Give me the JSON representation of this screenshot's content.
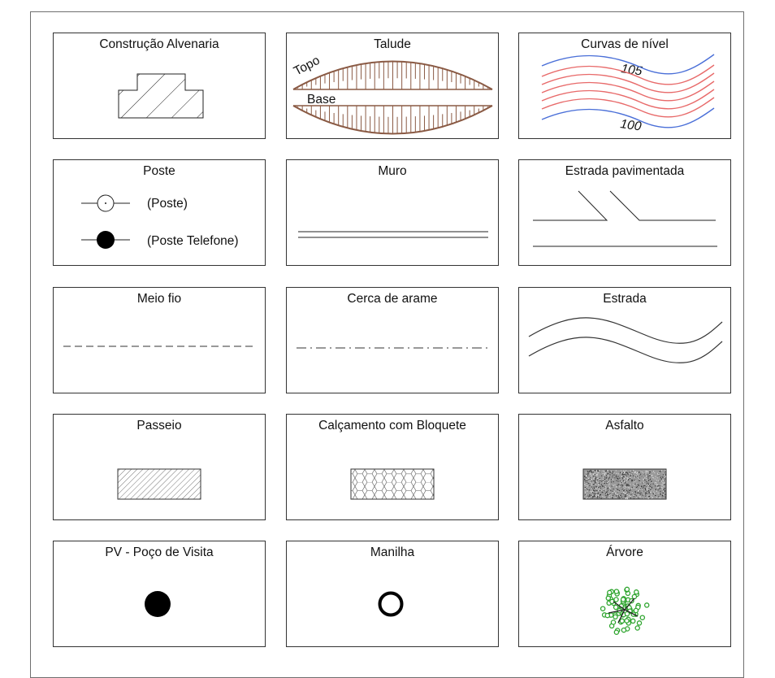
{
  "legend": {
    "cells": [
      {
        "id": "construcao",
        "title": "Construção Alvenaria"
      },
      {
        "id": "talude",
        "title": "Talude",
        "labels": {
          "topo": "Topo",
          "base": "Base"
        }
      },
      {
        "id": "curvas",
        "title": "Curvas de nível",
        "labels": {
          "upper": "105",
          "lower": "100"
        }
      },
      {
        "id": "poste",
        "title": "Poste",
        "labels": {
          "poste": "(Poste)",
          "telefone": "(Poste Telefone)"
        }
      },
      {
        "id": "muro",
        "title": "Muro"
      },
      {
        "id": "estrada_pav",
        "title": "Estrada pavimentada"
      },
      {
        "id": "meio_fio",
        "title": "Meio fio"
      },
      {
        "id": "cerca",
        "title": "Cerca de arame"
      },
      {
        "id": "estrada",
        "title": "Estrada"
      },
      {
        "id": "passeio",
        "title": "Passeio"
      },
      {
        "id": "calcamento",
        "title": "Calçamento com Bloquete"
      },
      {
        "id": "asfalto",
        "title": "Asfalto"
      },
      {
        "id": "pv",
        "title": "PV - Poço de Visita"
      },
      {
        "id": "manilha",
        "title": "Manilha"
      },
      {
        "id": "arvore",
        "title": "Árvore"
      }
    ]
  },
  "colors": {
    "talude_brown": "#8a5a44",
    "contour_blue": "#4a6fd8",
    "contour_red": "#e86a6a",
    "tree_green": "#2fa52f",
    "line": "#333333"
  }
}
